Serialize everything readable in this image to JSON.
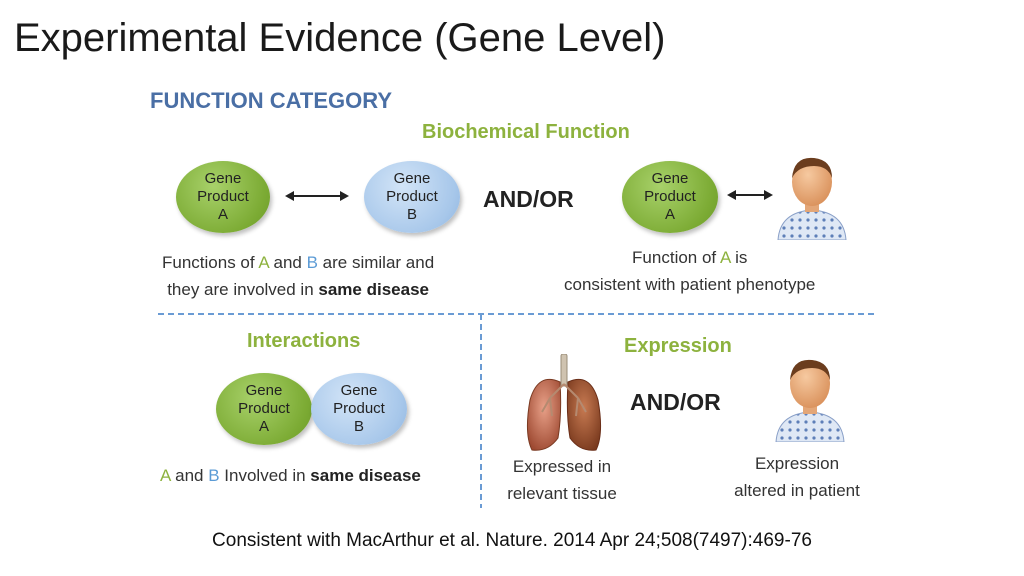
{
  "title": "Experimental Evidence (Gene Level)",
  "function_category": "FUNCTION CATEGORY",
  "biochemical": {
    "heading": "Biochemical Function",
    "circle_a": [
      "Gene",
      "Product",
      "A"
    ],
    "circle_b": [
      "Gene",
      "Product",
      "B"
    ],
    "andor": "AND/OR",
    "circle_a2": [
      "Gene",
      "Product",
      "A"
    ],
    "caption_left": {
      "part1": "Functions of ",
      "a": "A",
      "part2": " and ",
      "b": "B",
      "part3": " are similar and",
      "line2_pre": "they are involved in ",
      "line2_bold": "same disease"
    },
    "caption_right": {
      "part1": "Function of ",
      "a": "A",
      "part2": " is",
      "line2": "consistent with patient phenotype"
    }
  },
  "interactions": {
    "heading": "Interactions",
    "circle_a": [
      "Gene",
      "Product",
      "A"
    ],
    "circle_b": [
      "Gene",
      "Product",
      "B"
    ],
    "caption": {
      "a": "A",
      "part1": " and ",
      "b": "B",
      "part2": " Involved in ",
      "bold": "same disease"
    }
  },
  "expression": {
    "heading": "Expression",
    "andor": "AND/OR",
    "caption_left": [
      "Expressed in",
      "relevant tissue"
    ],
    "caption_right": [
      "Expression",
      "altered in patient"
    ]
  },
  "citation": "Consistent with MacArthur et al. Nature. 2014 Apr 24;508(7497):469-76",
  "colors": {
    "green": "#8db23e",
    "blue": "#5b9bd5",
    "heading_blue": "#4a6fa5"
  }
}
